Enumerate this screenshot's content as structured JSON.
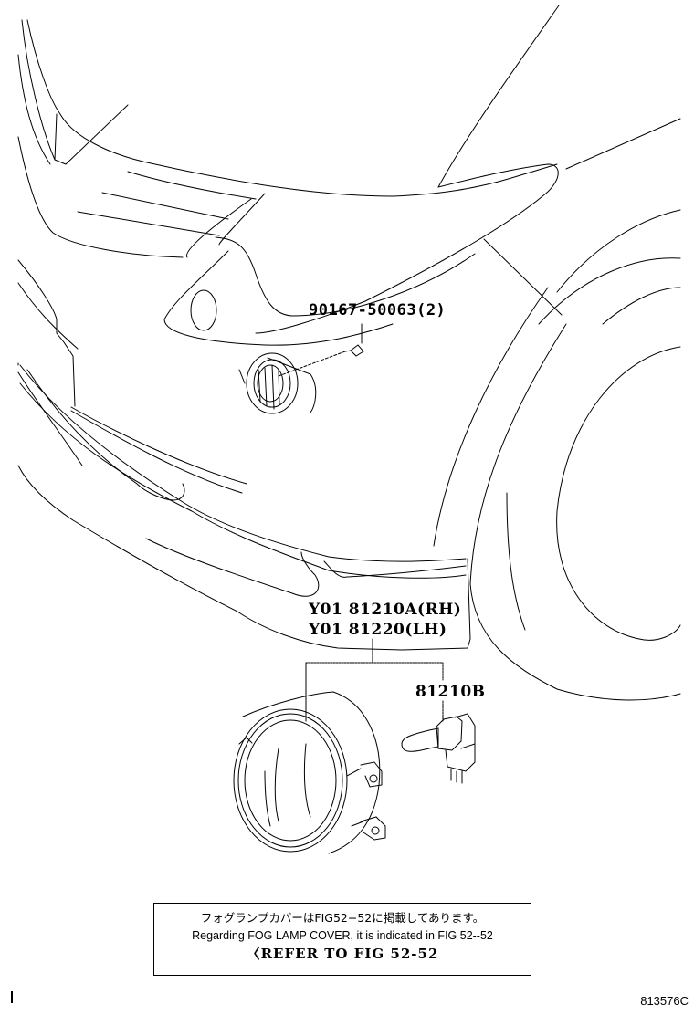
{
  "diagram": {
    "type": "exploded parts illustration",
    "subject": "Front bumper fog lamp assembly",
    "labels": {
      "bolt": "90167-50063(2)",
      "lamp_rh": "Y01 81210A(RH)",
      "lamp_lh": "Y01 81220(LH)",
      "bulb": "81210B"
    },
    "note": {
      "japanese": "フォグランプカバーはFIG52−52に掲載してあります。",
      "english": "Regarding FOG LAMP COVER, it is indicated in FIG 52--52",
      "reference": "〈REFER TO FIG 52-52"
    },
    "figure_id": "813576C",
    "line_color": "#000000",
    "background_color": "#ffffff"
  }
}
